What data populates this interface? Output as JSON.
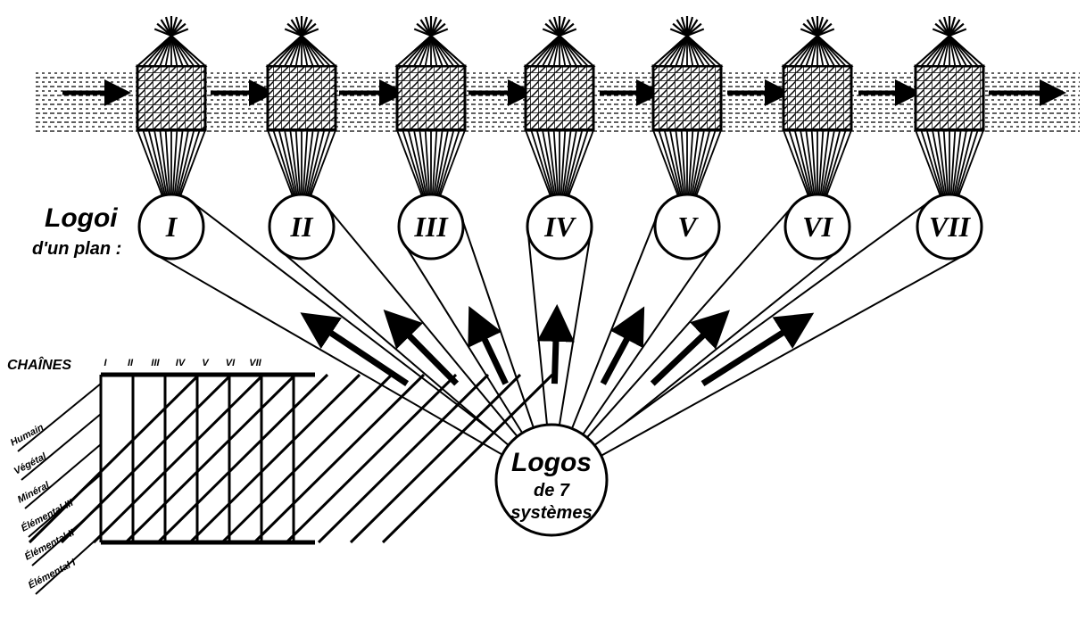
{
  "logoi_label": {
    "line1": "Logoi",
    "line2": "d'un plan :"
  },
  "planes": [
    {
      "numeral": "I"
    },
    {
      "numeral": "II"
    },
    {
      "numeral": "III"
    },
    {
      "numeral": "IV"
    },
    {
      "numeral": "V"
    },
    {
      "numeral": "VI"
    },
    {
      "numeral": "VII"
    }
  ],
  "center": {
    "line1": "Logos",
    "line2": "de 7",
    "line3": "systèmes"
  },
  "chains": {
    "title": "CHAÎNES",
    "columns": [
      "I",
      "II",
      "III",
      "IV",
      "V",
      "VI",
      "VII"
    ],
    "rows": [
      "Humain",
      "Végétal",
      "Minéral",
      "Élémental III",
      "Élémental II",
      "Élémental I"
    ]
  },
  "colors": {
    "ink": "#000000",
    "paper": "#ffffff"
  }
}
